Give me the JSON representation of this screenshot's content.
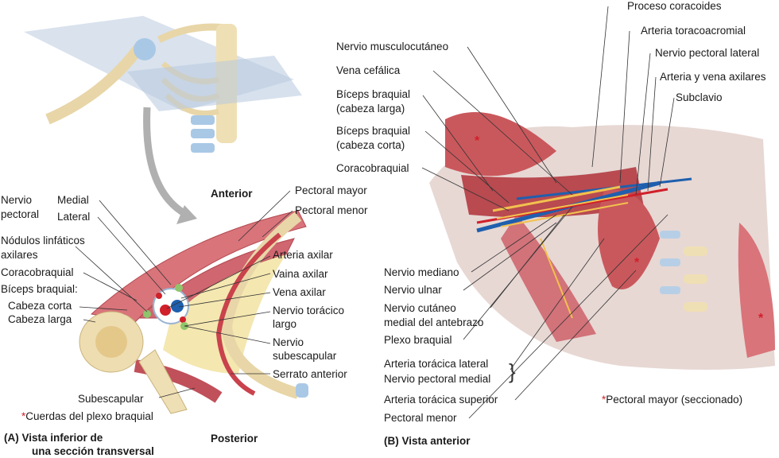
{
  "panelA": {
    "orientation_top": "Anterior",
    "orientation_bottom": "Posterior",
    "caption_line1": "(A) Vista inferior de",
    "caption_line2": "una sección transversal",
    "labels": {
      "nervio_pectoral_1": "Nervio",
      "nervio_pectoral_2": "pectoral",
      "medial": "Medial",
      "lateral": "Lateral",
      "nodulos_1": "Nódulos linfáticos",
      "nodulos_2": "axilares",
      "coracobraquial": "Coracobraquial",
      "biceps": "Bíceps braquial:",
      "cabeza_corta": "Cabeza corta",
      "cabeza_larga": "Cabeza larga",
      "subescapular": "Subescapular",
      "cuerdas": "Cuerdas del plexo braquial",
      "pectoral_mayor": "Pectoral mayor",
      "pectoral_menor": "Pectoral menor",
      "arteria_axilar": "Arteria axilar",
      "vaina_axilar": "Vaina axilar",
      "vena_axilar": "Vena axilar",
      "nervio_toracico_1": "Nervio torácico",
      "nervio_toracico_2": "largo",
      "nervio_subescapular_1": "Nervio",
      "nervio_subescapular_2": "subescapular",
      "serrato": "Serrato anterior"
    }
  },
  "panelB": {
    "caption": "(B) Vista anterior",
    "legend": "Pectoral mayor (seccionado)",
    "labels": {
      "musculocutaneo": "Nervio musculocutáneo",
      "cefalica": "Vena cefálica",
      "biceps_larga_1": "Bíceps braquial",
      "biceps_larga_2": "(cabeza larga)",
      "biceps_corta_1": "Bíceps braquial",
      "biceps_corta_2": "(cabeza corta)",
      "coracobraquial": "Coracobraquial",
      "mediano": "Nervio mediano",
      "ulnar": "Nervio ulnar",
      "cutaneo_1": "Nervio cutáneo",
      "cutaneo_2": "medial del antebrazo",
      "plexo": "Plexo braquial",
      "toracica_lateral": "Arteria torácica lateral",
      "pectoral_medial": "Nervio pectoral medial",
      "toracica_superior": "Arteria torácica superior",
      "pectoral_menor": "Pectoral menor",
      "coracoides": "Proceso coracoides",
      "toracoacromial": "Arteria toracoacromial",
      "pectoral_lateral": "Nervio pectoral lateral",
      "axilares": "Arteria y vena axilares",
      "subclavio": "Subclavio"
    }
  },
  "marker": "*"
}
